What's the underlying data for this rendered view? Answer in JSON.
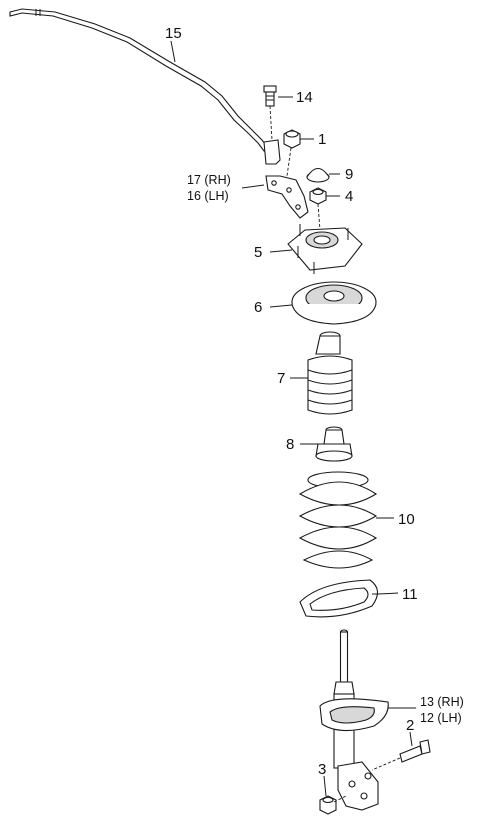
{
  "callouts": {
    "c15": "15",
    "c14": "14",
    "c1": "1",
    "c9": "9",
    "c4": "4",
    "c17": "17 (RH)",
    "c16": "16 (LH)",
    "c5": "5",
    "c6": "6",
    "c7": "7",
    "c8": "8",
    "c10": "10",
    "c11": "11",
    "c13": "13 (RH)",
    "c12": "12 (LH)",
    "c2": "2",
    "c3": "3"
  }
}
